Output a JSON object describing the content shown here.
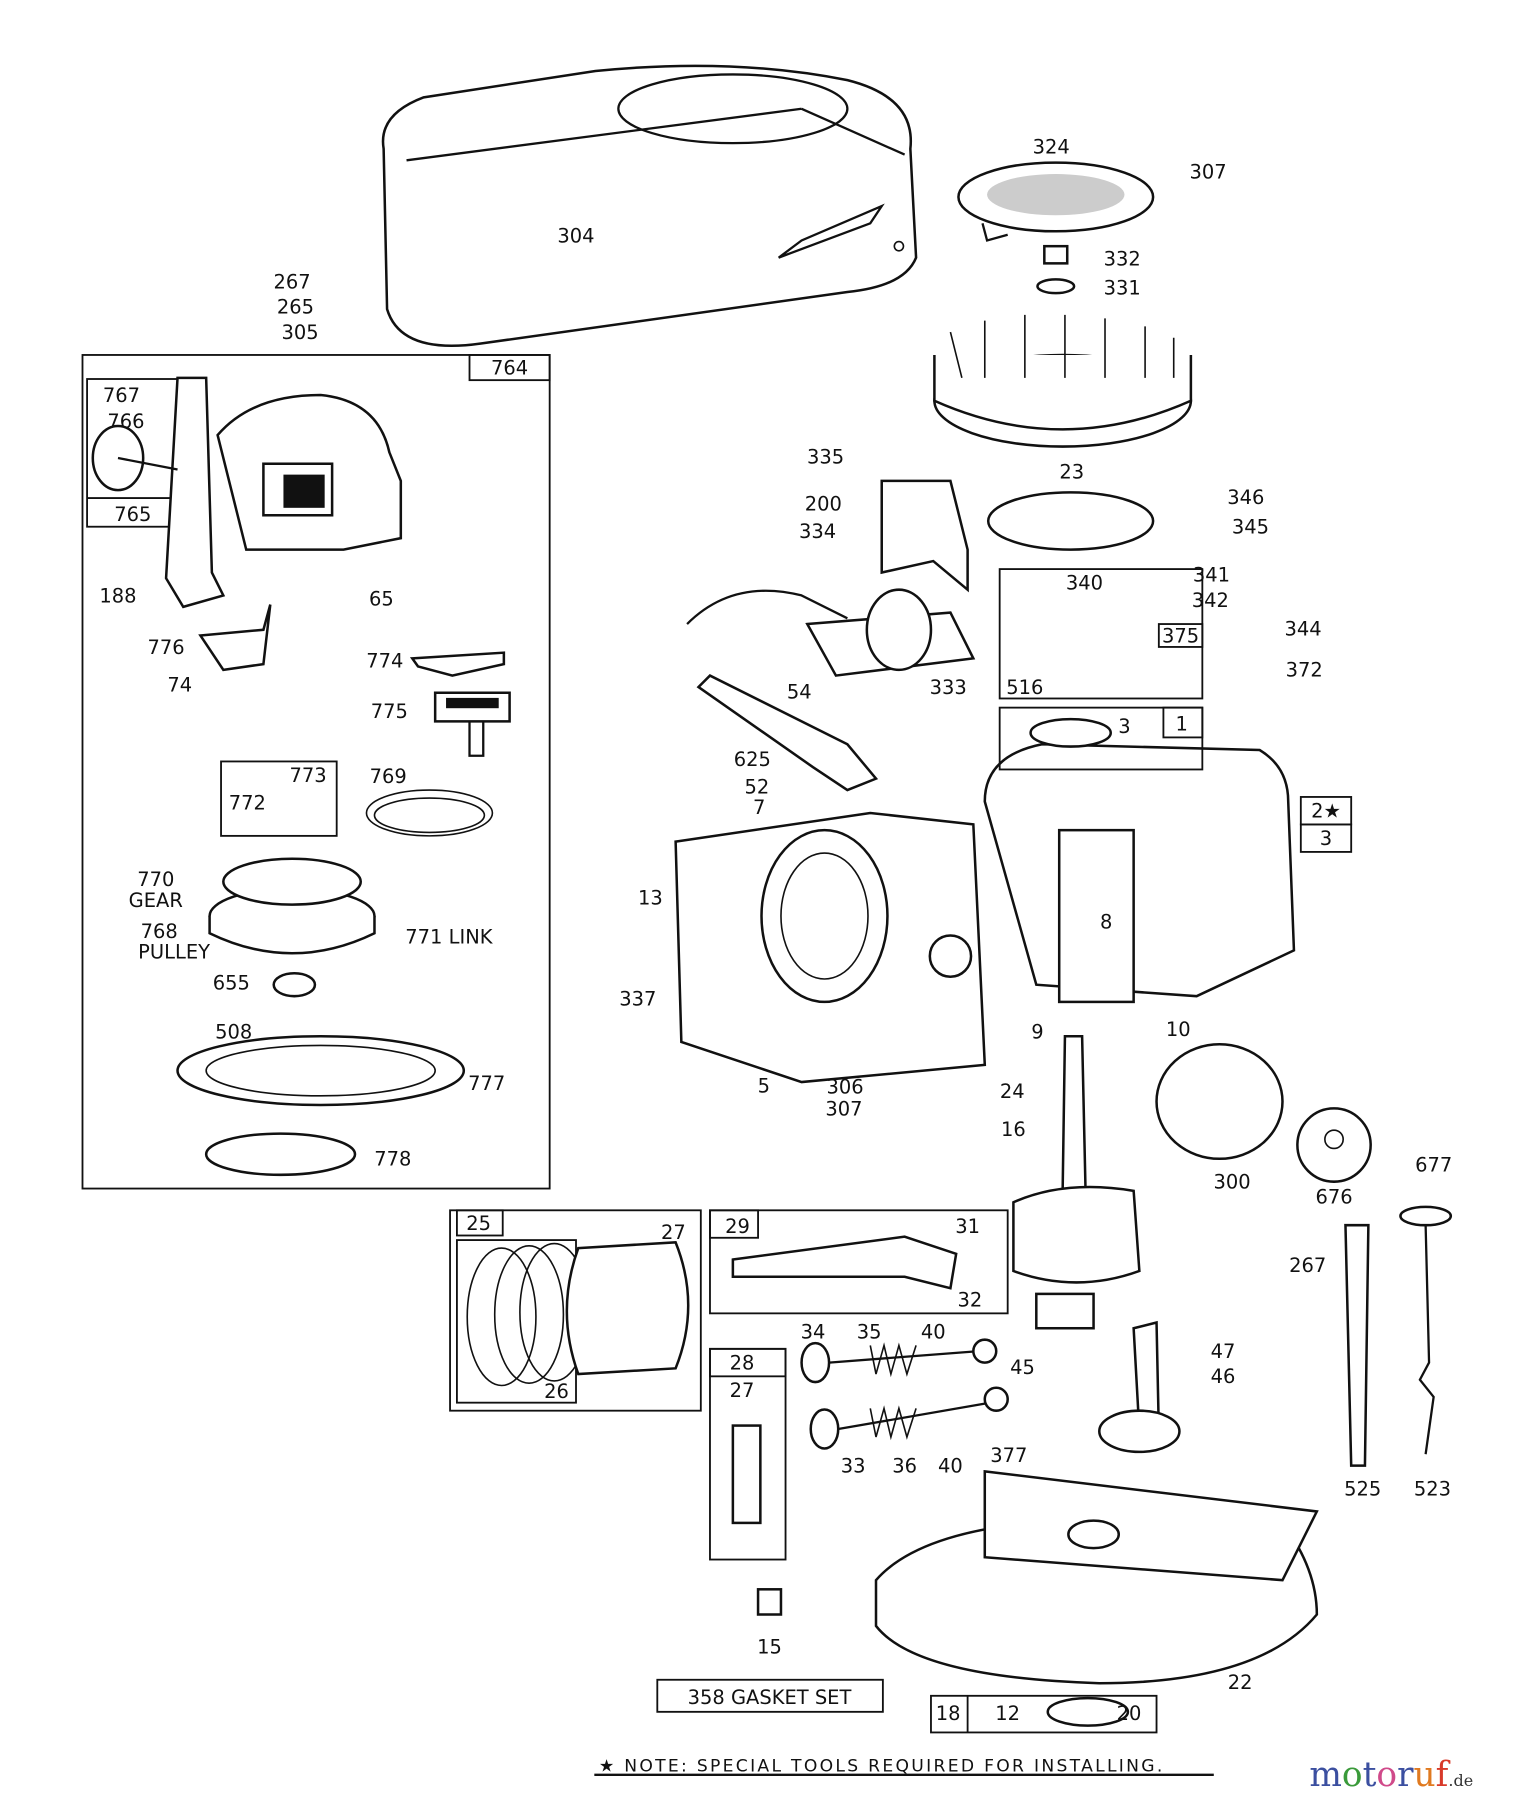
{
  "labels": {
    "l304": "304",
    "l324": "324",
    "l307a": "307",
    "l332": "332",
    "l331": "331",
    "l267a": "267",
    "l265": "265",
    "l305": "305",
    "l764": "764",
    "l767": "767",
    "l766": "766",
    "l765": "765",
    "l188": "188",
    "l65": "65",
    "l776": "776",
    "l74": "74",
    "l774": "774",
    "l775": "775",
    "l773": "773",
    "l772": "772",
    "l769": "769",
    "l770": "770",
    "l770b": "GEAR",
    "l768": "768",
    "l768b": "PULLEY",
    "l771": "771 LINK",
    "l655": "655",
    "l508": "508",
    "l777": "777",
    "l778": "778",
    "l23": "23",
    "l335": "335",
    "l200": "200",
    "l334": "334",
    "l346": "346",
    "l345": "345",
    "l340": "340",
    "l341": "341",
    "l342": "342",
    "l375": "375",
    "l344": "344",
    "l372": "372",
    "l516": "516",
    "l333": "333",
    "l54": "54",
    "l625": "625",
    "l52": "52",
    "l3a": "3",
    "l1": "1",
    "l2": "2★",
    "l3b": "3",
    "l7": "7",
    "l13": "13",
    "l8": "8",
    "l337": "337",
    "l9": "9",
    "l10": "10",
    "l5": "5",
    "l306": "306",
    "l307b": "307",
    "l24": "24",
    "l16": "16",
    "l300": "300",
    "l676": "676",
    "l677": "677",
    "l25": "25",
    "l27a": "27",
    "l26": "26",
    "l29": "29",
    "l31": "31",
    "l32": "32",
    "l267b": "267",
    "l47": "47",
    "l34": "34",
    "l35": "35",
    "l40a": "40",
    "l45": "45",
    "l46": "46",
    "l28": "28",
    "l27b": "27",
    "l33": "33",
    "l36": "36",
    "l40b": "40",
    "l377": "377",
    "l525": "525",
    "l523": "523",
    "l15": "15",
    "l358": "358 GASKET SET",
    "l18": "18",
    "l12": "12",
    "l20": "20",
    "l22": "22"
  },
  "note": "★ NOTE: SPECIAL TOOLS REQUIRED FOR INSTALLING.",
  "watermark": {
    "text": "motoruf",
    "suffix": ".de",
    "colors": [
      "#3b4fa0",
      "#3a9a3a",
      "#d04a8a",
      "#e07a20",
      "#d83a2a",
      "#3b4fa0"
    ]
  }
}
